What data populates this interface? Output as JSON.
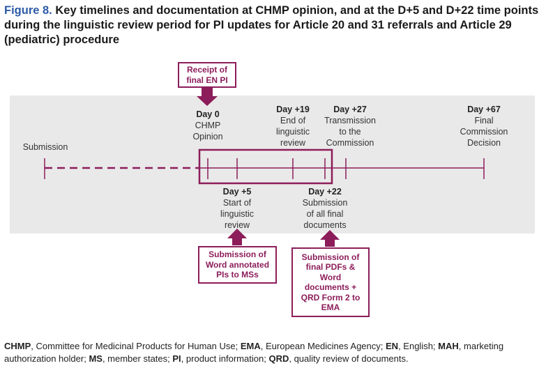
{
  "title": {
    "figure": "Figure 8.",
    "text": "Key timelines and documentation at CHMP opinion, and at the D+5 and D+22 time points during the linguistic review period for PI updates for Article 20 and 31 referrals and Article 29 (pediatric) procedure"
  },
  "colors": {
    "accent": "#8c1d5a",
    "band": "#e9e9e9",
    "figure_blue": "#2e5aa8"
  },
  "top_box": "Receipt of final EN PI",
  "submission": "Submission",
  "milestones_top": [
    {
      "day": "Day 0",
      "desc1": "CHMP",
      "desc2": "Opinion",
      "desc3": ""
    },
    {
      "day": "Day +19",
      "desc1": "End of",
      "desc2": "linguistic",
      "desc3": "review"
    },
    {
      "day": "Day +27",
      "desc1": "Transmission",
      "desc2": "to the",
      "desc3": "Commission"
    },
    {
      "day": "Day +67",
      "desc1": "Final",
      "desc2": "Commission",
      "desc3": "Decision"
    }
  ],
  "milestones_bottom": [
    {
      "day": "Day +5",
      "desc1": "Start of",
      "desc2": "linguistic",
      "desc3": "review"
    },
    {
      "day": "Day +22",
      "desc1": "Submission",
      "desc2": "of all final",
      "desc3": "documents"
    }
  ],
  "bottom_boxes": [
    "Submission of Word annotated PIs to MSs",
    "Submission of final PDFs & Word documents + QRD Form 2 to EMA"
  ],
  "footer": [
    {
      "abbr": "CHMP",
      "text": "Committee for Medicinal Products for Human Use;"
    },
    {
      "abbr": "EMA",
      "text": "European Medicines Agency;"
    },
    {
      "abbr": "EN",
      "text": "English;"
    },
    {
      "abbr": "MAH",
      "text": "marketing authorization holder;"
    },
    {
      "abbr": "MS",
      "text": "member states;"
    },
    {
      "abbr": "PI",
      "text": "product information;"
    },
    {
      "abbr": "QRD",
      "text": "quality review of documents."
    }
  ]
}
